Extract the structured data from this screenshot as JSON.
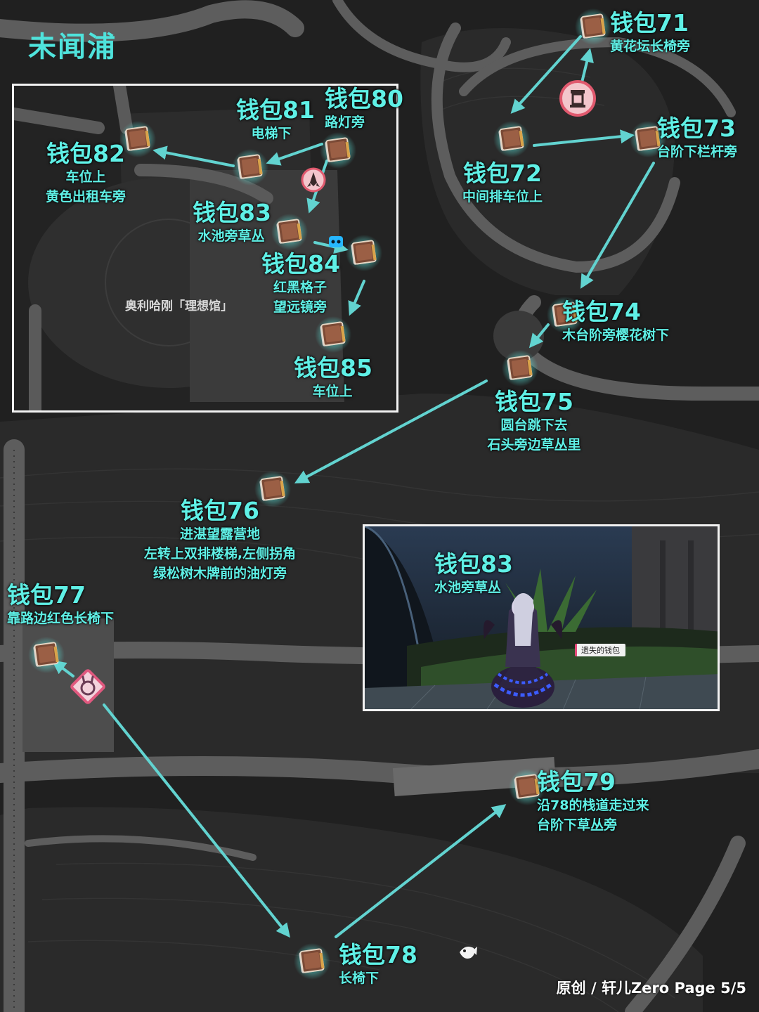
{
  "map": {
    "title": "未闻浦",
    "venue_label": "奥利哈刚「理想馆」",
    "footer": "原创 / 轩儿Zero Page 5/5",
    "colors": {
      "accent": "#5ff0e6",
      "route": "#62d3d0",
      "background": "#1f1f1f",
      "road": "#5d5d5d"
    }
  },
  "wallets": [
    {
      "id": "71",
      "name": "钱包71",
      "desc": [
        "黄花坛长椅旁"
      ]
    },
    {
      "id": "72",
      "name": "钱包72",
      "desc": [
        "中间排车位上"
      ]
    },
    {
      "id": "73",
      "name": "钱包73",
      "desc": [
        "台阶下栏杆旁"
      ]
    },
    {
      "id": "74",
      "name": "钱包74",
      "desc": [
        "木台阶旁樱花树下"
      ]
    },
    {
      "id": "75",
      "name": "钱包75",
      "desc": [
        "圆台跳下去",
        "石头旁边草丛里"
      ]
    },
    {
      "id": "76",
      "name": "钱包76",
      "desc": [
        "进湛望露营地",
        "左转上双排楼梯,左侧拐角",
        "绿松树木牌前的油灯旁"
      ]
    },
    {
      "id": "77",
      "name": "钱包77",
      "desc": [
        "靠路边红色长椅下"
      ]
    },
    {
      "id": "78",
      "name": "钱包78",
      "desc": [
        "长椅下"
      ]
    },
    {
      "id": "79",
      "name": "钱包79",
      "desc": [
        "沿78的栈道走过来",
        "台阶下草丛旁"
      ]
    },
    {
      "id": "80",
      "name": "钱包80",
      "desc": [
        "路灯旁"
      ]
    },
    {
      "id": "81",
      "name": "钱包81",
      "desc": [
        "电梯下"
      ]
    },
    {
      "id": "82",
      "name": "钱包82",
      "desc": [
        "车位上",
        "黄色出租车旁"
      ]
    },
    {
      "id": "83",
      "name": "钱包83",
      "desc": [
        "水池旁草丛"
      ]
    },
    {
      "id": "84",
      "name": "钱包84",
      "desc": [
        "红黑格子",
        "望远镜旁"
      ]
    },
    {
      "id": "85",
      "name": "钱包85",
      "desc": [
        "车位上"
      ]
    }
  ],
  "screenshot": {
    "name": "钱包83",
    "desc": "水池旁草丛",
    "tag": "遗失的钱包"
  },
  "icons": {
    "wallet": "wallet-icon",
    "shrine": "shrine-icon",
    "rocket": "rocket-icon",
    "teleport": "teleport-icon",
    "fish": "fish-icon"
  }
}
